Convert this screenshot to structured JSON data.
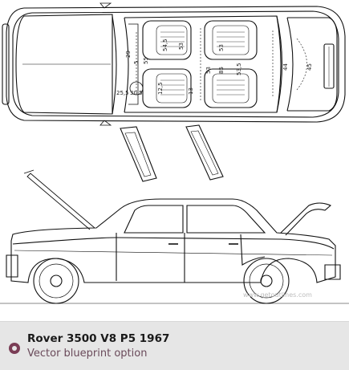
{
  "footer": {
    "title": "Rover 3500 V8 P5 1967",
    "subtitle": "Vector blueprint option",
    "bullet_color": "#7a3d55"
  },
  "blueprint": {
    "dimension_labels": [
      "54,5",
      "53",
      "29",
      "5",
      "55",
      "53",
      "85",
      "53,5",
      "25,5",
      "30,5",
      "12,5",
      "44",
      "45",
      "53",
      "13"
    ],
    "watermark": "www.getoutlines.com"
  }
}
